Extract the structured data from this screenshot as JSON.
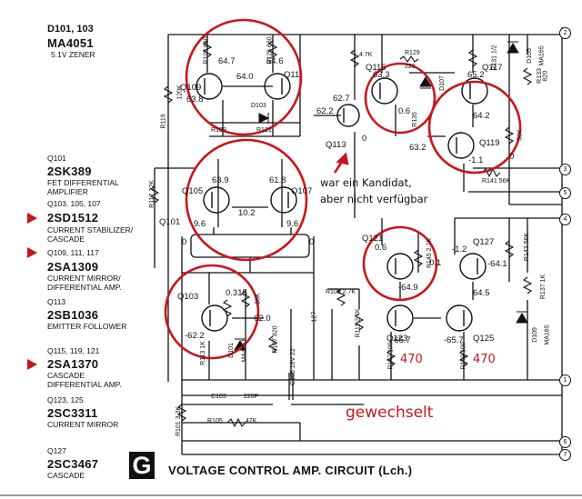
{
  "left_column": {
    "d101_ids": "D101, 103",
    "d101_part": "MA4051",
    "d101_desc": "5.1V ZENER",
    "q101_ids": "Q101",
    "q101_part": "2SK389",
    "q101_desc1": "FET DIFFERENTIAL",
    "q101_desc2": "AMPLIFIER",
    "q103_ids": "Q103, 105, 107",
    "q103_part": "2SD1512",
    "q103_desc1": "CURRENT STABILIZER/",
    "q103_desc2": "CASCADE",
    "q109_ids": "Q109, 111, 117",
    "q109_part": "2SA1309",
    "q109_desc1": "CURRENT MIRROR/",
    "q109_desc2": "DIFFERENTIAL AMP.",
    "q113_ids": "Q113",
    "q113_part": "2SB1036",
    "q113_desc": "EMITTER FOLLOWER",
    "q115_ids": "Q115, 119, 121",
    "q115_part": "2SA1370",
    "q115_desc1": "CASCADE",
    "q115_desc2": "DIFFERENTIAL AMP.",
    "q123_ids": "Q123, 125",
    "q123_part": "2SC3311",
    "q123_desc": "CURRENT MIRROR",
    "q127_ids": "Q127",
    "q127_part": "2SC3467",
    "q127_desc": "CASCADE"
  },
  "annotations": {
    "note_line1": "war ein Kandidat,",
    "note_line2": "aber nicht verfügbar",
    "changed": "gewechselt",
    "r470_a": "470",
    "r470_b": "470"
  },
  "footer": {
    "badge": "G",
    "title": "VOLTAGE CONTROL AMP. CIRCUIT (Lch.)"
  },
  "transistors": {
    "q109": "Q109",
    "q111": "Q11",
    "q113": "Q113",
    "q115": "Q115",
    "q117": "Q117",
    "q119": "Q119",
    "q105": "Q105",
    "q107": "Q107",
    "q101": "Q101",
    "q103": "Q103",
    "q121": "Q121",
    "q123": "Q123",
    "q125": "Q125",
    "q127": "Q127"
  },
  "diodes": {
    "d103": "D103",
    "d107": "D107",
    "d101": "D101",
    "d101b": "MA4051",
    "d105": "D105",
    "d105b": "MA165",
    "d109": "D109",
    "d109b": "MA165"
  },
  "voltages": {
    "v647a": "64.7",
    "v640": "64.0",
    "v646": "64.6",
    "v638": "63.8",
    "v627": "62.7",
    "v622": "62.2",
    "v633": "63.3",
    "v652": "65.2",
    "v06a": "0.6",
    "v642": "64.2",
    "v632": "63.2",
    "v11": "-1.1",
    "v639": "63.9",
    "v618": "61.8",
    "v102": "10.2",
    "v96a": "9.6",
    "v96b": "9.6",
    "v315": "0.315",
    "v622n": "-62.2",
    "v620": "-62.0",
    "v06b": "0.6",
    "v01": "0.1",
    "v649": "-64.9",
    "v12": "-1.2",
    "v641": "-64.1",
    "v645": "64.5",
    "v657a": "-65.7",
    "v657b": "-65.7",
    "o1": "0",
    "o2": "0",
    "o3": "0",
    "o4": "0"
  },
  "resistors": {
    "r119": "R119",
    "r120": "120K",
    "r123": "R123 680",
    "r125": "R125 680",
    "r4k7": "4.7K",
    "r129": "R129",
    "r220": "220",
    "r131": "R131 1/2",
    "r133": "R133",
    "r820": "820",
    "r135": "R135",
    "r121": "R121",
    "r109": "R109",
    "r56k": "56K",
    "r141": "R141 56K",
    "r117": "R117 22K",
    "r113": "R113 1K",
    "r145": "R145 2.7K",
    "r143": "R143 56K",
    "r137": "R137 1K",
    "r27k_a": "R109 2.7K",
    "r27k_b": "R111 2.7K",
    "r107": "R107 820",
    "c105": "C105 16V 22",
    "c103": "C103",
    "c220p": "220P",
    "r105": "R105",
    "r47k": "47K",
    "r101": "R101 3.3K",
    "r147": "R147 100",
    "r149": "R149 100",
    "c127": "127",
    "r56k_b": "56K"
  },
  "terminals": [
    "2",
    "3",
    "5",
    "4",
    "1",
    "6",
    "7"
  ],
  "colors": {
    "ink": "#111111",
    "annotation_red": "#c8161d"
  }
}
